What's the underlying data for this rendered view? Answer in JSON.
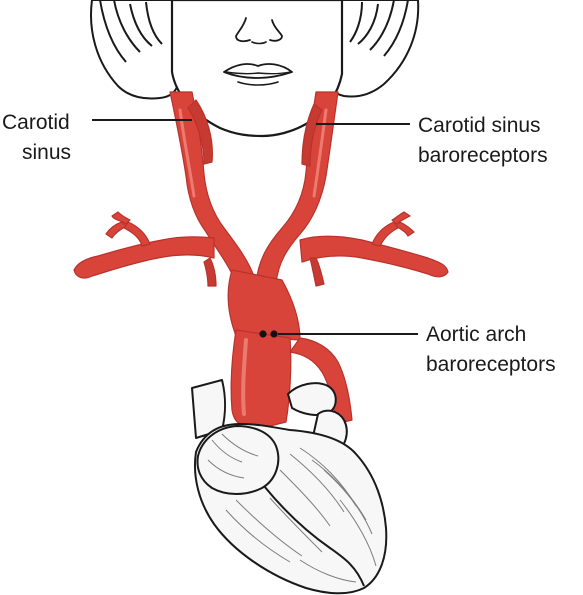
{
  "labels": {
    "carotid_sinus": {
      "line1": "Carotid",
      "line2": "sinus"
    },
    "carotid_sinus_baroreceptors": {
      "line1": "Carotid sinus",
      "line2": "baroreceptors"
    },
    "aortic_arch_baroreceptors": {
      "line1": "Aortic arch",
      "line2": "baroreceptors"
    }
  },
  "colors": {
    "artery": "#d9443a",
    "artery_shadow": "#b8322b",
    "artery_highlight": "#ec7a6f",
    "outline": "#1a1a1a",
    "heart_fill": "#f7f7f7",
    "background": "#ffffff"
  },
  "icons": {
    "face": "face-outline",
    "hair": "hair-outline",
    "heart": "heart-outline",
    "baroreceptor_marker": "dot"
  }
}
